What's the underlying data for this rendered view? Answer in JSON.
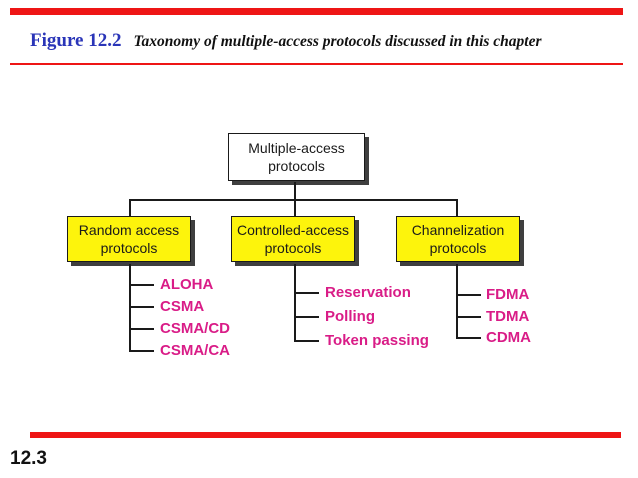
{
  "header": {
    "figure_label": "Figure 12.2",
    "title": "Taxonomy of multiple-access protocols discussed in this chapter"
  },
  "footer": {
    "page_number": "12.3"
  },
  "colors": {
    "accent_red": "#ee1515",
    "box_yellow": "#fdf40c",
    "item_magenta": "#d91c87",
    "figure_blue": "#2a35b8",
    "shadow_gray": "#3f3f3f",
    "line_black": "#1a1a1a"
  },
  "tree": {
    "root": {
      "label": "Multiple-access protocols"
    },
    "groups": [
      {
        "label": "Random access protocols",
        "items": [
          "ALOHA",
          "CSMA",
          "CSMA/CD",
          "CSMA/CA"
        ]
      },
      {
        "label": "Controlled-access protocols",
        "items": [
          "Reservation",
          "Polling",
          "Token passing"
        ]
      },
      {
        "label": "Channelization protocols",
        "items": [
          "FDMA",
          "TDMA",
          "CDMA"
        ]
      }
    ]
  }
}
